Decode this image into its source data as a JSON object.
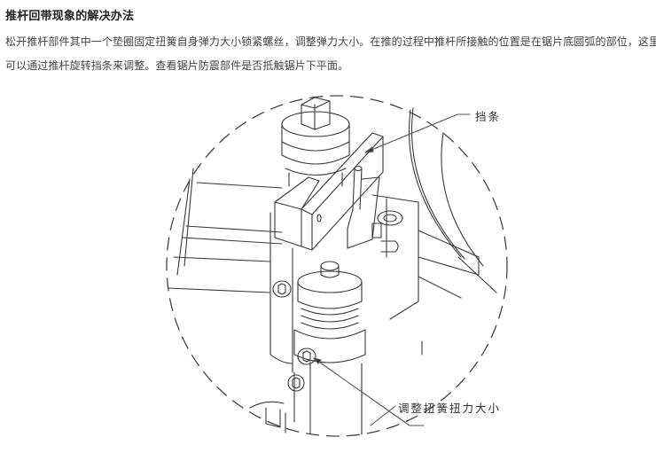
{
  "article": {
    "title": "推杆回带现象的解决办法",
    "paragraph_line1": "松开推杆部件其中一个垫圈固定扭簧自身弹力大小锁紧螺丝，调整弹力大小。在推的过程中推杆所接触的位置是在锯片底圆弧的部位，这里",
    "paragraph_line2": "可以通过推杆旋转挡条来调整。查看锯片防震部件是否抵触锯片下平面。"
  },
  "figure": {
    "description": "推杆部件机械结构线稿图（虚线圆圈局部放大）",
    "callouts": [
      {
        "label": "挡条"
      },
      {
        "label": "调整扭簧扭力大小"
      }
    ],
    "line_color": "#3a3a3a",
    "dashed_circle_color": "#444444"
  }
}
